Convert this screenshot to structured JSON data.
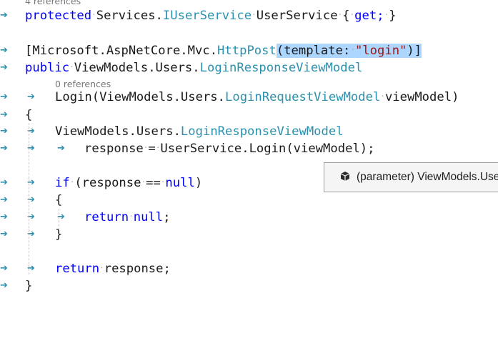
{
  "code_lens": {
    "service_refs": "4 references",
    "login_refs": "0 references"
  },
  "lines": {
    "l1": {
      "kw": "protected",
      "t1": "Services.",
      "t2": "IUserService",
      "t3": "UserService",
      "t4": "{",
      "t5": "get;",
      "t6": "}"
    },
    "l2": {
      "a": "[Microsoft.AspNetCore.Mvc.",
      "attr": "HttpPost",
      "b": "(template:",
      "str": "\"login\"",
      "c": ")]"
    },
    "l3": {
      "kw": "public",
      "a": "ViewModels.Users.",
      "typ": "LoginResponseViewModel"
    },
    "l4": {
      "a": "Login(ViewModels.Users.",
      "typ": "LoginRequestViewModel",
      "b": "viewModel)"
    },
    "l5": {
      "a": "{"
    },
    "l6": {
      "a": "ViewModels.Users.",
      "typ": "LoginResponseViewModel"
    },
    "l7": {
      "a": "response",
      "op": "=",
      "b": "UserService.Login(viewModel);"
    },
    "l8": {
      "kw": "if",
      "a": "(response",
      "op": "==",
      "kw2": "null",
      "b": ")"
    },
    "l9": {
      "a": "{"
    },
    "l10": {
      "kw": "return",
      "kw2": "null",
      "b": ";"
    },
    "l11": {
      "a": "}"
    },
    "l12": {
      "kw": "return",
      "b": "response;"
    },
    "l13": {
      "a": "}"
    }
  },
  "tooltip": {
    "icon": "parameter-icon",
    "text": "(parameter) ViewModels.Users.LoginRequestViewModel viewModel"
  },
  "colors": {
    "keyword": "#0000ff",
    "type": "#2b91af",
    "string": "#a31515",
    "selection": "#add6ff",
    "whitespace_marker": "#a8a8a8"
  }
}
